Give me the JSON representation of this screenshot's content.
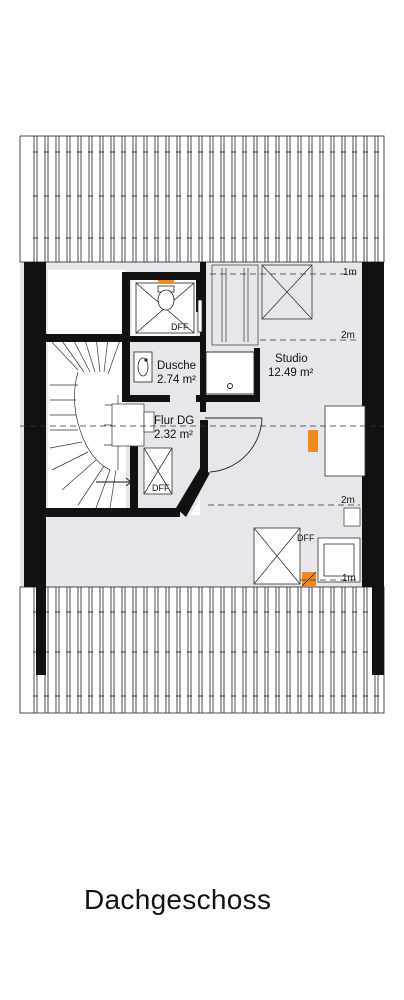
{
  "title": "Dachgeschoss",
  "rooms": {
    "dusche": {
      "name": "Dusche",
      "area": "2.74 m²"
    },
    "studio": {
      "name": "Studio",
      "area": "12.49 m²"
    },
    "flur": {
      "name": "Flur DG",
      "area": "2.32 m²"
    }
  },
  "windows": {
    "label": "DFF"
  },
  "heights": {
    "one_m": "1m",
    "two_m": "2m"
  },
  "colors": {
    "wall": "#111111",
    "floor": "#e8e6ea",
    "accent": "#f08a1c",
    "line": "#222222"
  }
}
